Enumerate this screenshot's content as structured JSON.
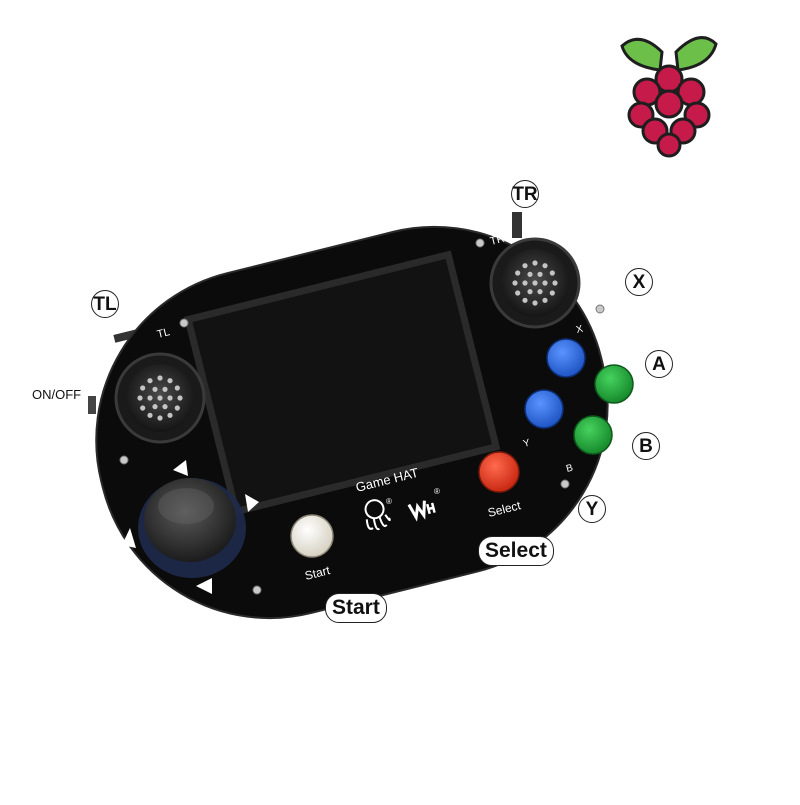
{
  "colors": {
    "board": "#0b0b0b",
    "screen": "#121212",
    "button_blue": "#2f6fe0",
    "button_green": "#22a93a",
    "button_red": "#e8351e",
    "button_start": "#f2efe6",
    "raspberry_red": "#c51a4a",
    "leaf_green": "#6cc04a"
  },
  "board_labels": {
    "tl": "TL",
    "tr": "TR",
    "x": "X",
    "a": "A",
    "y": "Y",
    "b": "B",
    "select": "Select",
    "start": "Start",
    "title": "Game HAT",
    "registered": "®"
  },
  "callouts": {
    "tl": "TL",
    "tr": "TR",
    "x": "X",
    "a": "A",
    "b": "B",
    "y": "Y",
    "select": "Select",
    "start": "Start",
    "onoff": "ON/OFF"
  },
  "icons": {
    "logo": "raspberry-pi-logo",
    "brand": "waveshare-logo",
    "mascot": "octopus-logo"
  }
}
